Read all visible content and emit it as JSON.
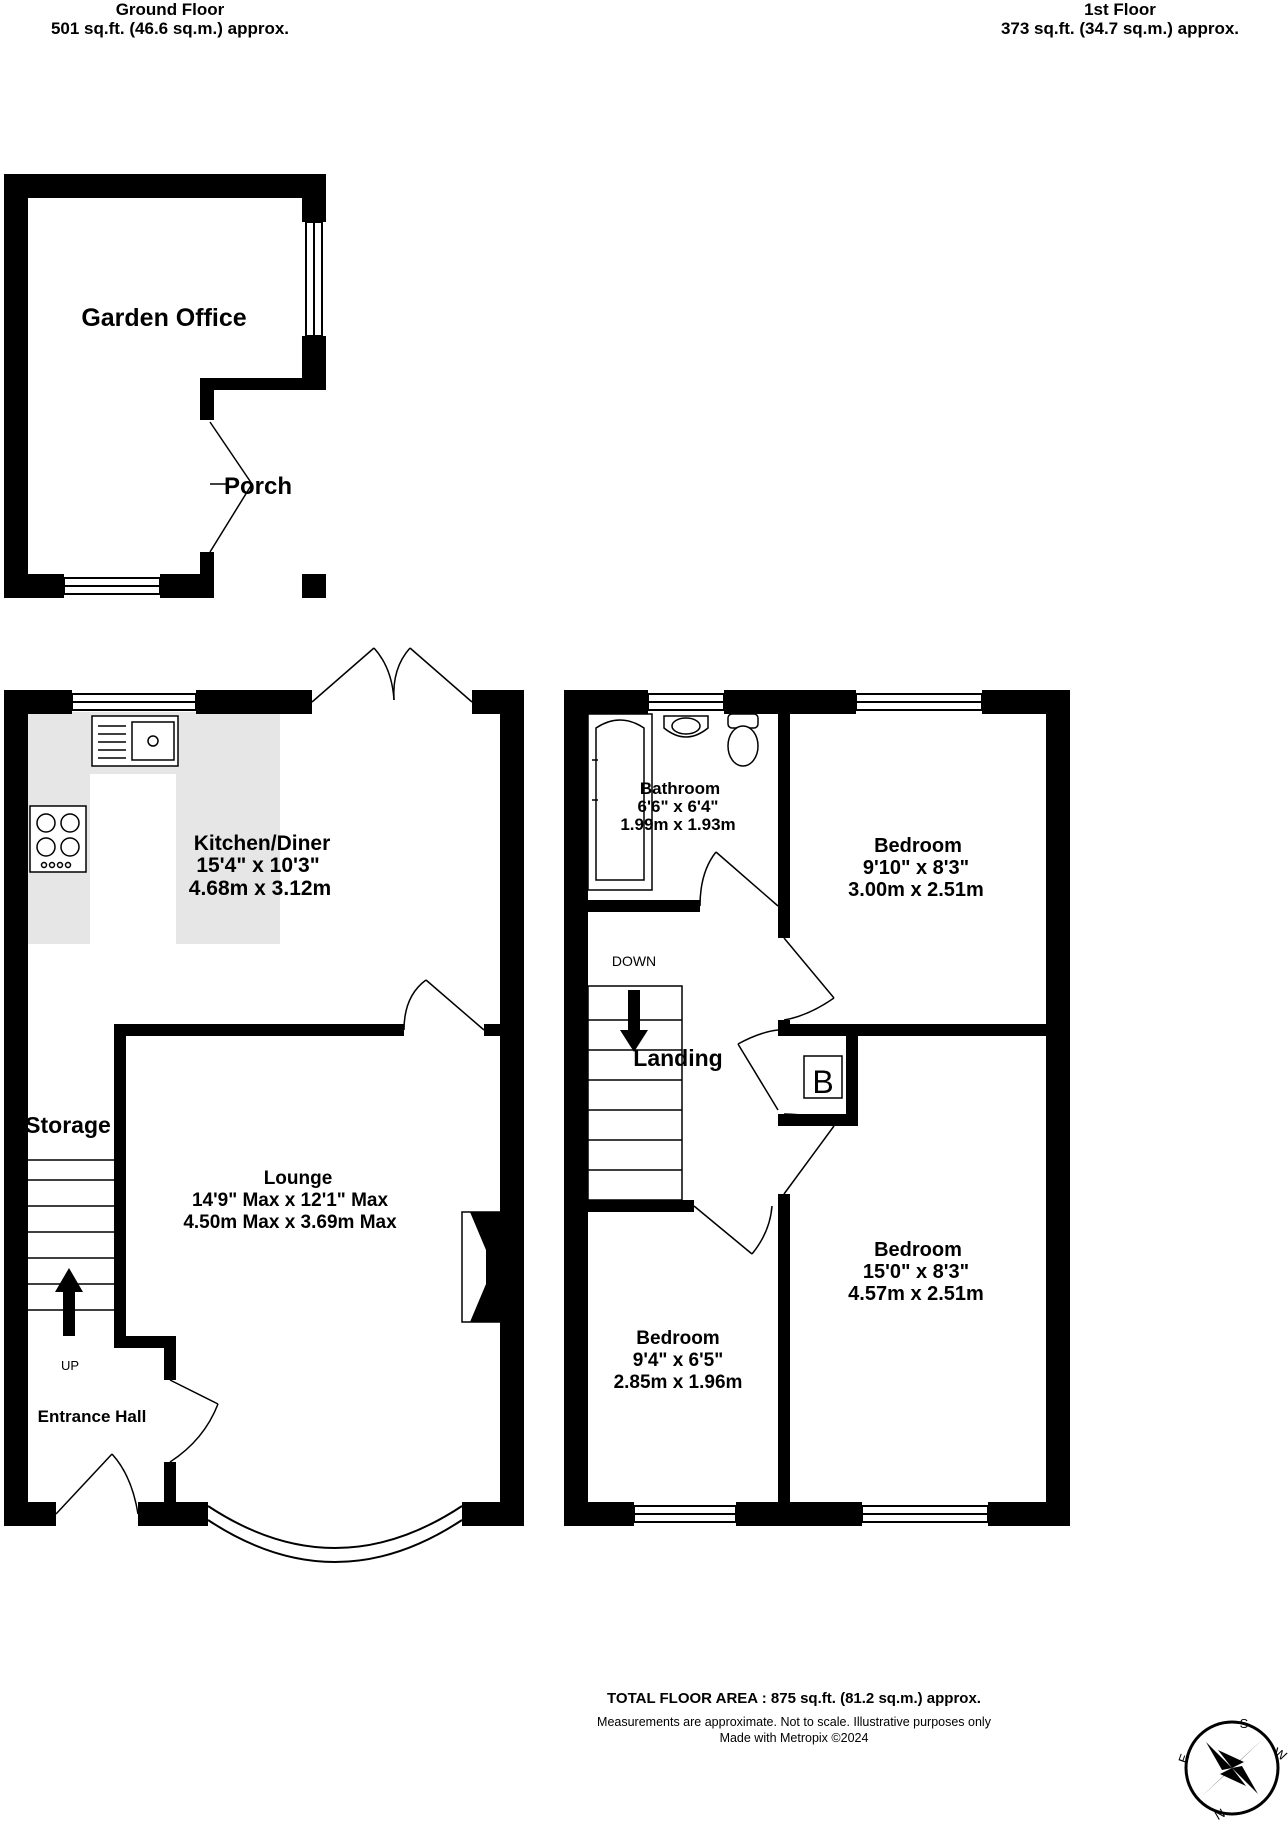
{
  "ground_floor": {
    "title": "Ground Floor",
    "area": "501 sq.ft. (46.6 sq.m.) approx.",
    "rooms": {
      "garden_office": "Garden Office",
      "porch": "Porch",
      "kitchen_name": "Kitchen/Diner",
      "kitchen_imperial": "15'4\"  x 10'3\"",
      "kitchen_metric": "4.68m  x 3.12m",
      "storage": "Storage",
      "lounge_name": "Lounge",
      "lounge_imperial": "14'9\" Max x 12'1\" Max",
      "lounge_metric": "4.50m Max x 3.69m Max",
      "entrance_hall": "Entrance Hall",
      "stairs_up": "UP"
    }
  },
  "first_floor": {
    "title": "1st Floor",
    "area": "373 sq.ft. (34.7 sq.m.) approx.",
    "rooms": {
      "bathroom_name": "Bathroom",
      "bathroom_imperial": "6'6\"  x 6'4\"",
      "bathroom_metric": "1.99m  x 1.93m",
      "bedroom1_name": "Bedroom",
      "bedroom1_imperial": "9'10\"  x 8'3\"",
      "bedroom1_metric": "3.00m  x 2.51m",
      "stairs_down": "DOWN",
      "landing": "Landing",
      "boiler": "B",
      "bedroom2_name": "Bedroom",
      "bedroom2_imperial": "15'0\"  x 8'3\"",
      "bedroom2_metric": "4.57m  x 2.51m",
      "bedroom3_name": "Bedroom",
      "bedroom3_imperial": "9'4\"  x 6'5\"",
      "bedroom3_metric": "2.85m  x 1.96m"
    }
  },
  "footer": {
    "total": "TOTAL FLOOR AREA : 875 sq.ft. (81.2 sq.m.) approx.",
    "disclaimer": "Measurements are approximate.  Not to scale.  Illustrative purposes only",
    "credit": "Made with Metropix ©2024"
  },
  "compass": {
    "s": "S",
    "w": "W",
    "e": "E",
    "n": "N"
  },
  "colors": {
    "wall": "#000000",
    "kitchen_fill": "#e6e6e6",
    "background": "#ffffff"
  }
}
